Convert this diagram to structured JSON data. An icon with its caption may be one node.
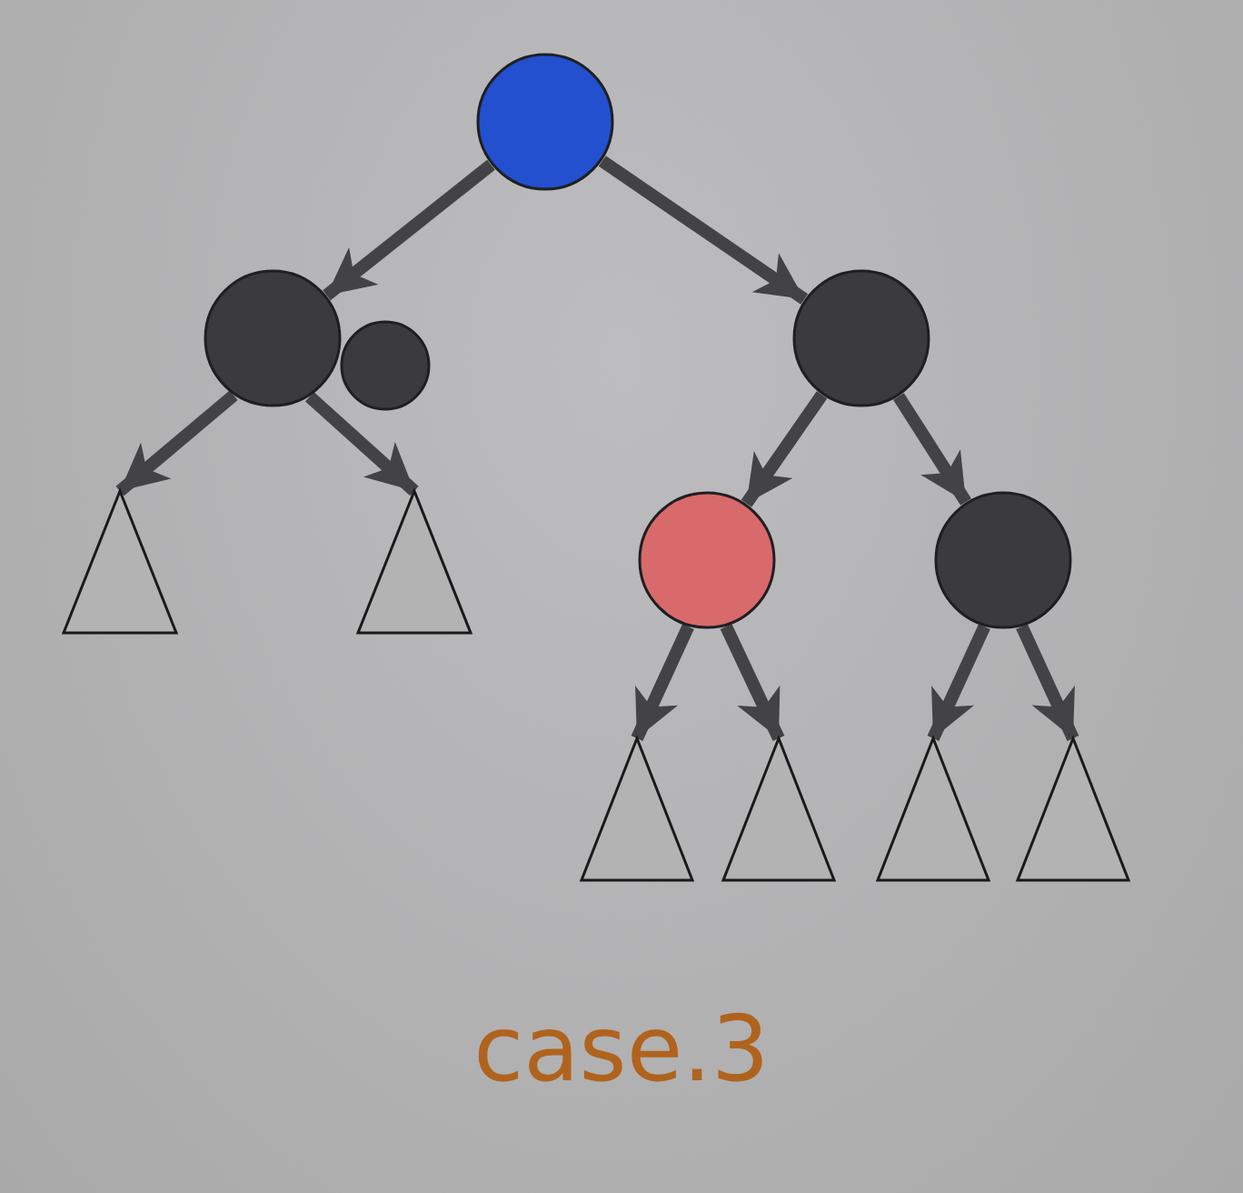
{
  "diagram": {
    "caption": "case.3",
    "nodes": [
      {
        "text": [],
        "shape": "circle"
      },
      {
        "text": [],
        "shape": "circle"
      },
      {
        "text": [],
        "shape": "circle"
      },
      {
        "text": [],
        "shape": "circle"
      },
      {
        "text": [],
        "shape": "triangle"
      },
      {
        "text": [],
        "shape": "triangle"
      },
      {
        "text": [],
        "shape": "circle"
      },
      {
        "text": [],
        "shape": "circle"
      },
      {
        "text": [],
        "shape": "triangle"
      },
      {
        "text": [],
        "shape": "triangle"
      },
      {
        "text": [],
        "shape": "triangle"
      },
      {
        "text": [],
        "shape": "triangle"
      }
    ],
    "edges": [
      {
        "from": 0,
        "to": 1,
        "arrow": "to"
      },
      {
        "from": 0,
        "to": 3,
        "arrow": "to"
      },
      {
        "from": 1,
        "to": 4,
        "arrow": "to"
      },
      {
        "from": 1,
        "to": 5,
        "arrow": "to"
      },
      {
        "from": 3,
        "to": 6,
        "arrow": "to"
      },
      {
        "from": 3,
        "to": 7,
        "arrow": "to"
      },
      {
        "from": 6,
        "to": 8,
        "arrow": "to"
      },
      {
        "from": 6,
        "to": 9,
        "arrow": "to"
      },
      {
        "from": 7,
        "to": 10,
        "arrow": "to"
      },
      {
        "from": 7,
        "to": 11,
        "arrow": "to"
      }
    ]
  }
}
